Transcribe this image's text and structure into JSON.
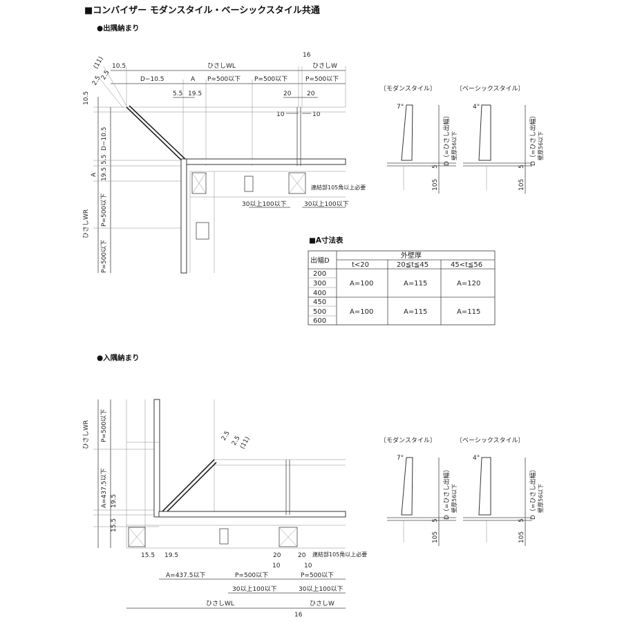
{
  "title": "■コンバイザー モダンスタイル・ベーシックスタイル共通",
  "out_corner": {
    "heading": "●出隅納まり",
    "dims": {
      "top_10_5": "10.5",
      "wl": "ひさしWL",
      "w": "ひさしW",
      "sixteen": "16",
      "d_minus": "D−10.5",
      "a": "A",
      "p1": "P=500以下",
      "p2": "P=500以下",
      "p3": "P=500以下",
      "d55": "5.5",
      "d195": "19.5",
      "twenty_l": "20",
      "twenty_r": "20",
      "ten_l": "10",
      "ten_r": "10",
      "eleven": "(11)",
      "two5a": "2.5",
      "two5b": "2.5",
      "left_105": "10.5",
      "left_dminus": "D−10.5",
      "left_55": "5.5",
      "left_195": "19.5",
      "left_a": "A",
      "left_p1": "P=500以下",
      "left_p2": "P=500以下",
      "wr": "ひさしWR",
      "range1": "30以上100以下",
      "range2": "30以上100以下",
      "note": "連結部105角以上必要"
    }
  },
  "in_corner": {
    "heading": "●入隅納まり",
    "dims": {
      "wr": "ひさしWR",
      "p_left": "P=500以下",
      "a_left": "A=437.5以下",
      "d195_left": "19.5",
      "d155_left": "15.5",
      "eleven": "(11)",
      "two5a": "2.5",
      "two5b": "2.5",
      "b155": "15.5",
      "b195": "19.5",
      "b20a": "20",
      "b20b": "20",
      "b10a": "10",
      "b10b": "10",
      "a_bottom": "A=437.5以下",
      "p_b1": "P=500以下",
      "p_b2": "P=500以下",
      "range1": "30以上100以下",
      "range2": "30以上100以下",
      "wl": "ひさしWL",
      "w": "ひさしW",
      "sixteen": "16",
      "note": "連結部105角以上必要"
    }
  },
  "styles_top": {
    "modern_label": "〔モダンスタイル〕",
    "basic_label": "〔ベーシックスタイル〕",
    "modern_angle": "7°",
    "basic_angle": "4°",
    "d_label": "D（=ひさし出幅）",
    "wall_label": "壁厚56以下",
    "five": "5",
    "one05": "105"
  },
  "styles_bottom": {
    "modern_label": "〔モダンスタイル〕",
    "basic_label": "〔ベーシックスタイル〕",
    "modern_angle": "7°",
    "basic_angle": "4°",
    "d_label": "D（=ひさし出幅）",
    "wall_label": "壁厚56以下",
    "five": "5",
    "one05": "105"
  },
  "a_table": {
    "title": "■A寸法表",
    "col_depth": "出幅D",
    "col_wall": "外壁厚",
    "sub_cols": [
      "t<20",
      "20≦t≦45",
      "45<t≦56"
    ],
    "group1_depths": [
      "200",
      "300",
      "400"
    ],
    "group1_values": [
      "A=100",
      "A=115",
      "A=120"
    ],
    "group2_depths": [
      "450",
      "500",
      "600"
    ],
    "group2_values": [
      "A=100",
      "A=115",
      "A=115"
    ]
  }
}
